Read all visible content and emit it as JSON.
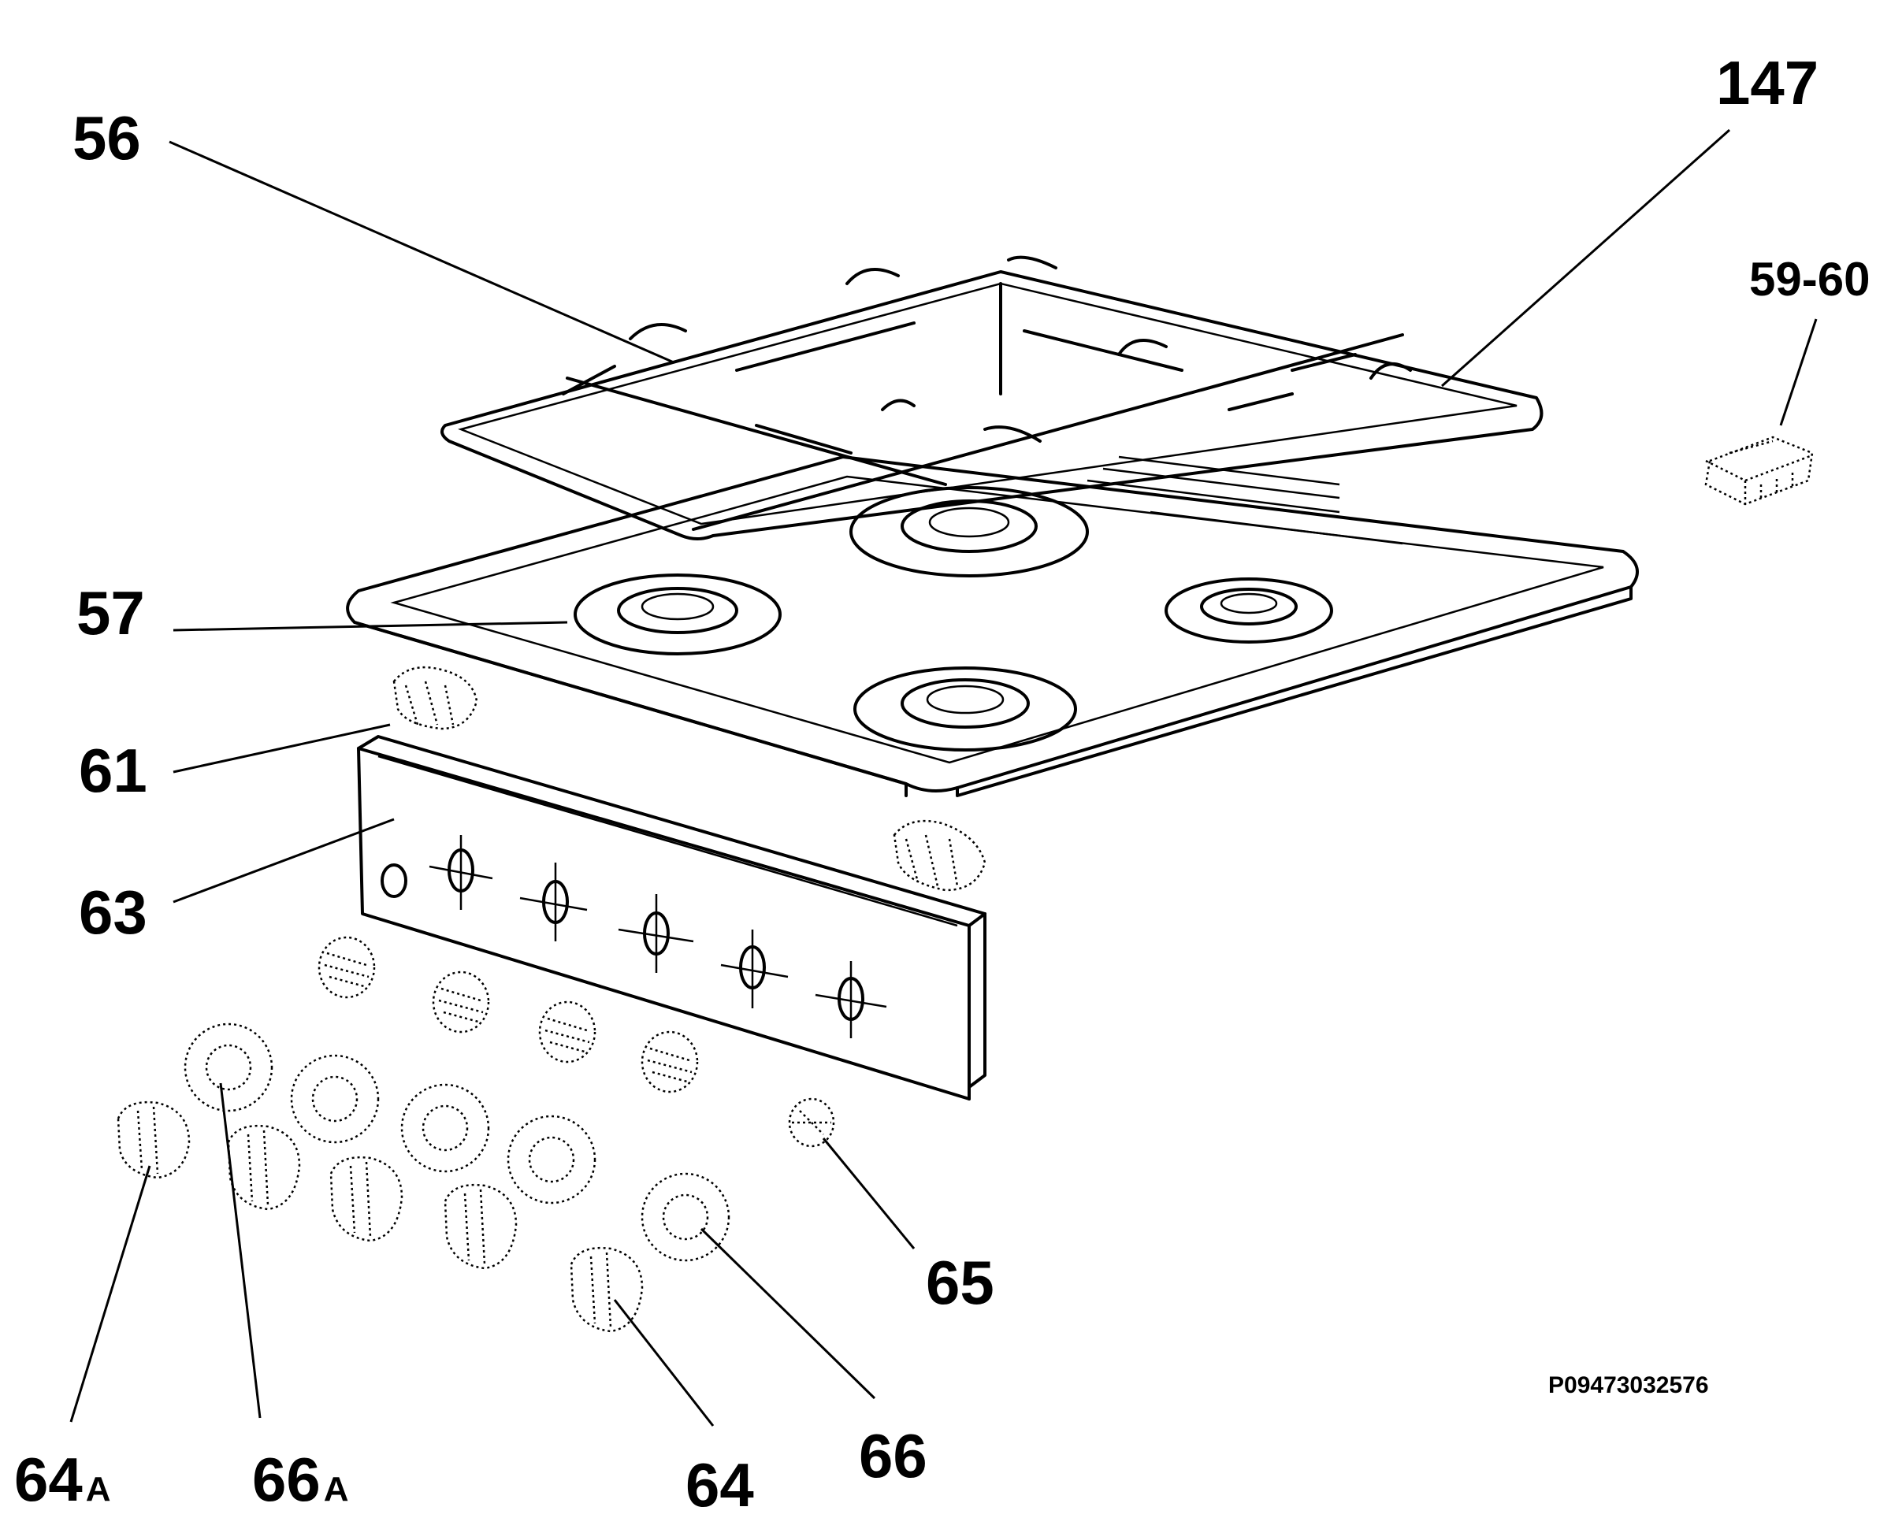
{
  "labels": {
    "l56": "56",
    "l147": "147",
    "l5960": "59-60",
    "l57": "57",
    "l61": "61",
    "l63": "63",
    "l65": "65",
    "l64a_num": "64",
    "l64a_suf": "A",
    "l66a_num": "66",
    "l66a_suf": "A",
    "l64": "64",
    "l66": "66"
  },
  "drawing_code": "P09473032576"
}
